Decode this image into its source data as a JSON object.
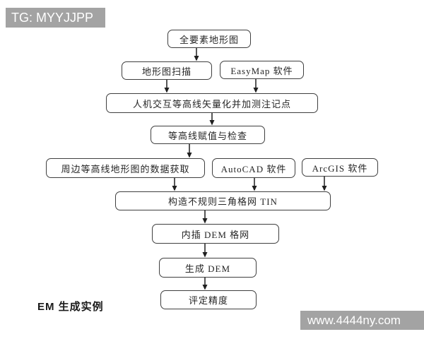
{
  "watermarks": {
    "top_left": "TG: MYYJJPP",
    "bottom_right": "www.4444ny.com"
  },
  "caption": "EM 生成实例",
  "colors": {
    "background": "#ffffff",
    "node_border": "#3f3f3f",
    "node_text": "#262626",
    "arrow": "#1f1f1f",
    "badge_bg": "#a3a3a3",
    "badge_text": "#ffffff"
  },
  "flowchart": {
    "nodes": [
      {
        "id": "full-topo-map",
        "label": "全要素地形图"
      },
      {
        "id": "topo-scan",
        "label": "地形图扫描"
      },
      {
        "id": "easymap",
        "label": "EasyMap 软件"
      },
      {
        "id": "vectorize",
        "label": "人机交互等高线矢量化并加测注记点"
      },
      {
        "id": "contour-check",
        "label": "等高线赋值与检查"
      },
      {
        "id": "peripheral-data",
        "label": "周边等高线地形图的数据获取"
      },
      {
        "id": "autocad",
        "label": "AutoCAD 软件"
      },
      {
        "id": "arcgis",
        "label": "ArcGIS 软件"
      },
      {
        "id": "tin",
        "label": "构造不规则三角格网 TIN"
      },
      {
        "id": "interp-dem",
        "label": "内插 DEM 格网"
      },
      {
        "id": "generate-dem",
        "label": "生成 DEM"
      },
      {
        "id": "accuracy",
        "label": "评定精度"
      }
    ],
    "edges": [
      {
        "from": "full-topo-map",
        "to": "topo-scan"
      },
      {
        "from": "topo-scan",
        "to": "vectorize"
      },
      {
        "from": "easymap",
        "to": "vectorize"
      },
      {
        "from": "vectorize",
        "to": "contour-check"
      },
      {
        "from": "contour-check",
        "to": "peripheral-data"
      },
      {
        "from": "peripheral-data",
        "to": "tin"
      },
      {
        "from": "autocad",
        "to": "tin"
      },
      {
        "from": "arcgis",
        "to": "tin"
      },
      {
        "from": "tin",
        "to": "interp-dem"
      },
      {
        "from": "interp-dem",
        "to": "generate-dem"
      },
      {
        "from": "generate-dem",
        "to": "accuracy"
      }
    ]
  }
}
